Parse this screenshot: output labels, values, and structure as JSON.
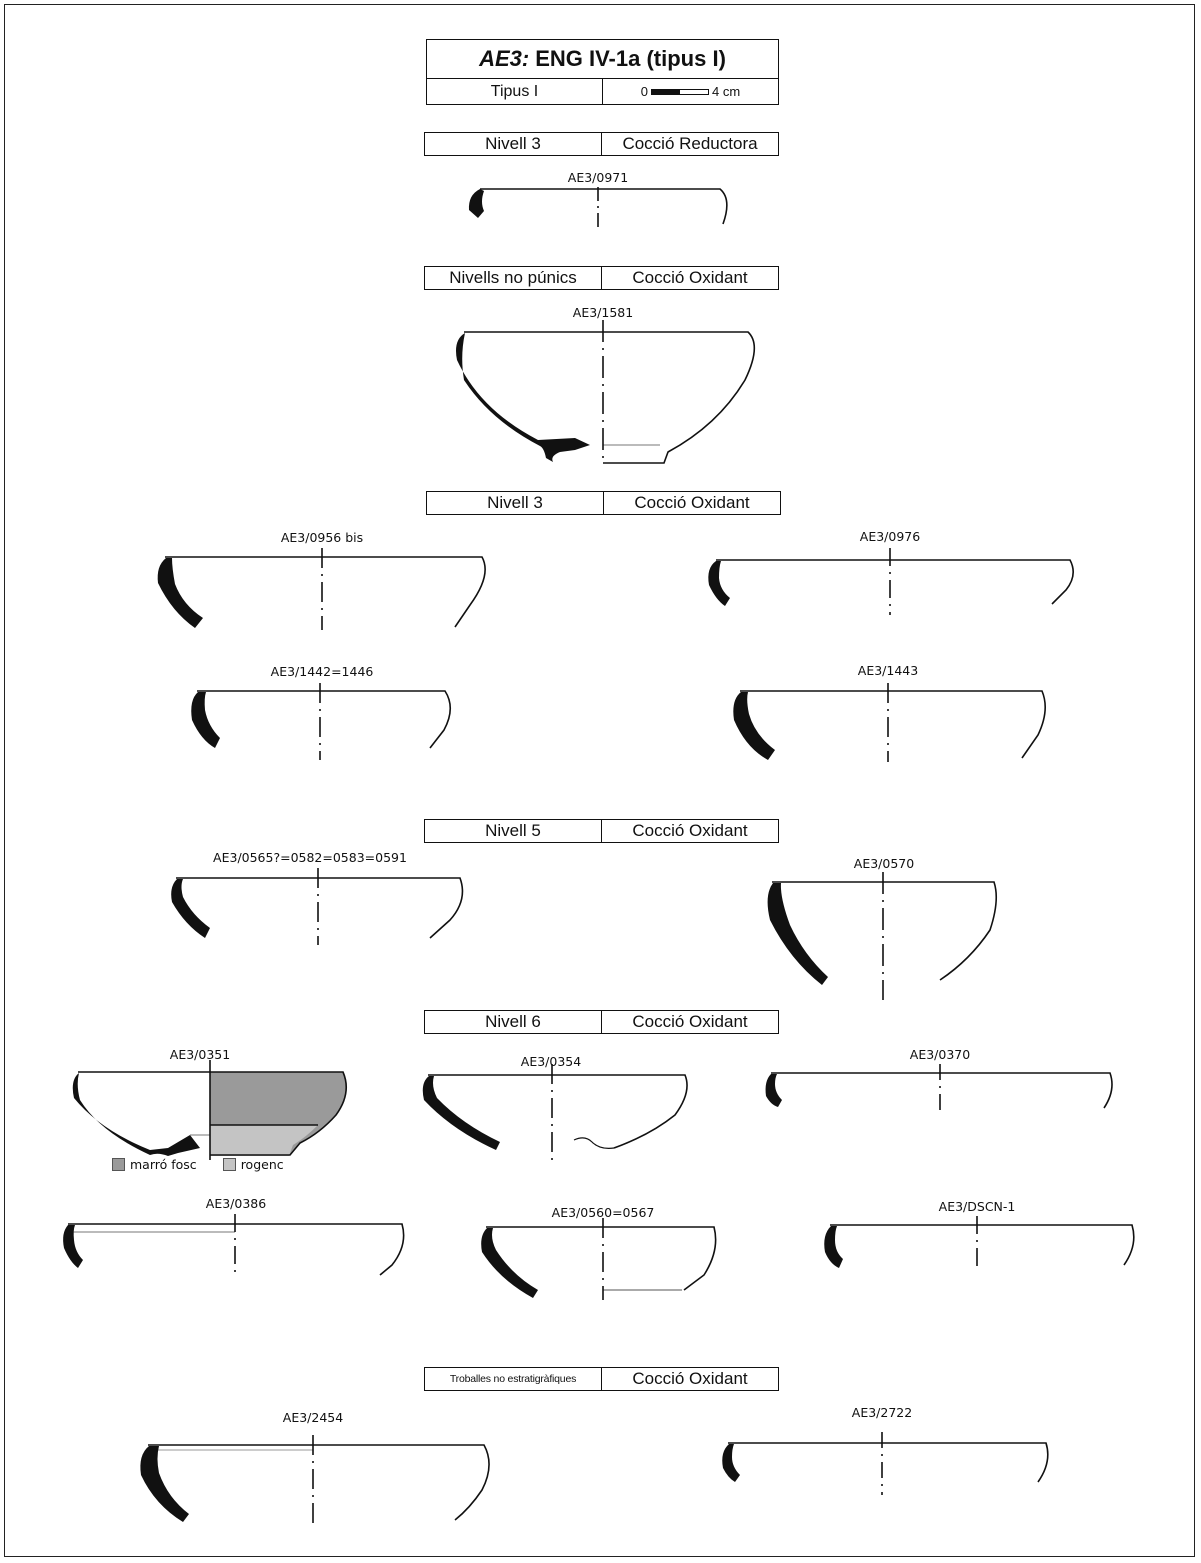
{
  "header": {
    "title_em": "AE3:",
    "title_rest": "ENG IV-1a (tipus I)",
    "type_label": "Tipus I",
    "scale_left": "0",
    "scale_right": "4 cm"
  },
  "sections": [
    {
      "level": "Nivell 3",
      "firing": "Cocció Reductora"
    },
    {
      "level": "Nivells no púnics",
      "firing": "Cocció Oxidant"
    },
    {
      "level": "Nivell 3",
      "firing": "Cocció Oxidant"
    },
    {
      "level": "Nivell 5",
      "firing": "Cocció Oxidant"
    },
    {
      "level": "Nivell 6",
      "firing": "Cocció Oxidant"
    },
    {
      "level": "Troballes no estratigràfiques",
      "firing": "Cocció Oxidant"
    }
  ],
  "items": [
    "AE3/0971",
    "AE3/1581",
    "AE3/0956 bis",
    "AE3/0976",
    "AE3/1442=1446",
    "AE3/1443",
    "AE3/0565?=0582=0583=0591",
    "AE3/0570",
    "AE3/0351",
    "AE3/0354",
    "AE3/0370",
    "AE3/0386",
    "AE3/0560=0567",
    "AE3/DSCN-1",
    "AE3/2454",
    "AE3/2722"
  ],
  "legend": {
    "dark_label": "marró fosc",
    "light_label": "rogenc",
    "dark_color": "#9a9a9a",
    "light_color": "#c4c4c4"
  }
}
